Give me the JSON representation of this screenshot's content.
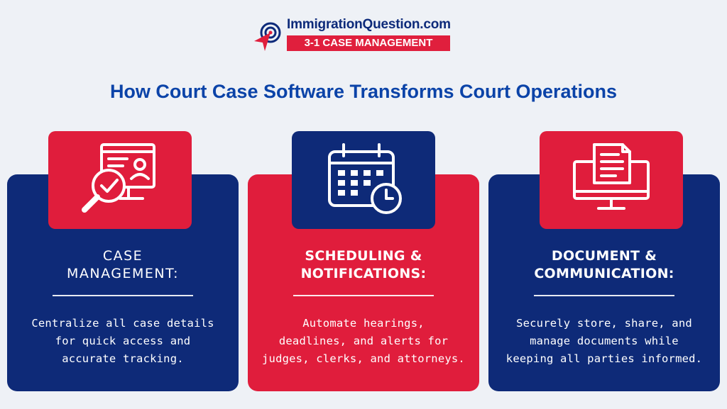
{
  "brand": {
    "site_name": "ImmigrationQuestion.com",
    "badge": "3-1 CASE MANAGEMENT",
    "logo_icon": "target-arrow-icon",
    "colors": {
      "navy": "#0e2a78",
      "red": "#e01d3c",
      "title_blue": "#0b43a8",
      "background": "#eef1f6"
    }
  },
  "title": "How Court Case Software Transforms Court Operations",
  "cards": [
    {
      "icon": "magnifier-profile-icon",
      "title": "CASE\nMANAGEMENT:",
      "description": "Centralize all case details\nfor quick access and\naccurate tracking."
    },
    {
      "icon": "calendar-clock-icon",
      "title": "SCHEDULING &\nNOTIFICATIONS:",
      "description": "Automate hearings,\ndeadlines, and alerts for\njudges, clerks, and attorneys."
    },
    {
      "icon": "monitor-document-icon",
      "title": "DOCUMENT &\nCOMMUNICATION:",
      "description": "Securely store, share, and\nmanage documents while\nkeeping all parties informed."
    }
  ]
}
